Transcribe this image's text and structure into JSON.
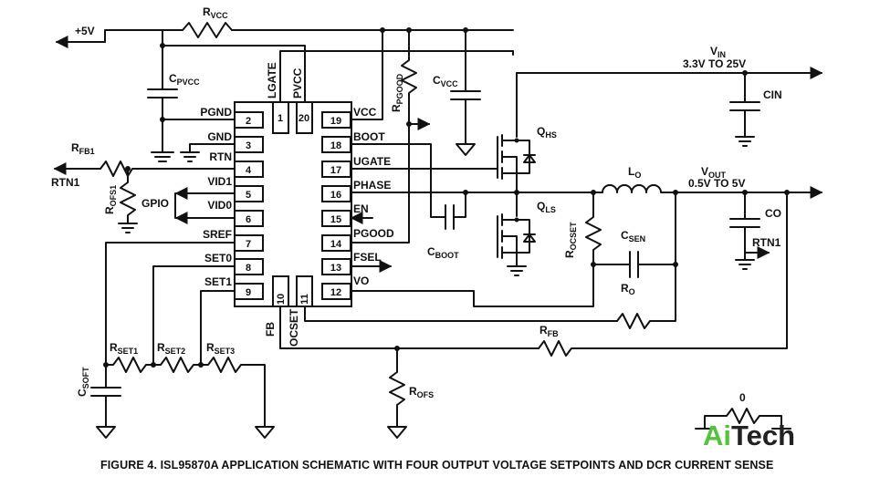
{
  "caption": "FIGURE 4. ISL95870A APPLICATION SCHEMATIC WITH FOUR OUTPUT VOLTAGE SETPOINTS AND DCR CURRENT SENSE",
  "watermark": {
    "part1": "Ai",
    "part2": "Tech",
    "colors": {
      "ai": "#56c23b",
      "tech": "#222222"
    }
  },
  "ic": {
    "left_pins": [
      {
        "num": "2",
        "name": "PGND"
      },
      {
        "num": "3",
        "name": "GND"
      },
      {
        "num": "",
        "name": "RTN"
      },
      {
        "num": "4",
        "name": ""
      },
      {
        "num": "5",
        "name": "VID1"
      },
      {
        "num": "6",
        "name": "VID0"
      },
      {
        "num": "7",
        "name": "SREF"
      },
      {
        "num": "8",
        "name": "SET0"
      },
      {
        "num": "9",
        "name": "SET1"
      }
    ],
    "right_pins": [
      {
        "num": "19",
        "name": "VCC"
      },
      {
        "num": "18",
        "name": "BOOT"
      },
      {
        "num": "17",
        "name": "UGATE"
      },
      {
        "num": "16",
        "name": "PHASE"
      },
      {
        "num": "15",
        "name": "EN"
      },
      {
        "num": "14",
        "name": "PGOOD"
      },
      {
        "num": "13",
        "name": "FSEL"
      },
      {
        "num": "12",
        "name": "VO"
      }
    ],
    "top_pins": [
      {
        "num": "1",
        "name": "LGATE"
      },
      {
        "num": "20",
        "name": "PVCC"
      }
    ],
    "bottom_pins": [
      {
        "num": "10",
        "name": "FB"
      },
      {
        "num": "11",
        "name": "OCSET"
      }
    ]
  },
  "labels": {
    "plus5v": "+5V",
    "rvcc": {
      "main": "R",
      "sub": "VCC"
    },
    "cpvcc": {
      "main": "C",
      "sub": "PVCC"
    },
    "rpgood": {
      "main": "R",
      "sub": "PGOOD"
    },
    "cvcc": {
      "main": "C",
      "sub": "VCC"
    },
    "vin": {
      "main": "V",
      "sub": "IN"
    },
    "vin_range": "3.3V TO 25V",
    "cin": "CIN",
    "qhs": {
      "main": "Q",
      "sub": "HS"
    },
    "qls": {
      "main": "Q",
      "sub": "LS"
    },
    "lo": {
      "main": "L",
      "sub": "O"
    },
    "vout": {
      "main": "V",
      "sub": "OUT"
    },
    "vout_range": "0.5V TO 5V",
    "co": "CO",
    "rtn1_right": "RTN1",
    "rocset": {
      "main": "R",
      "sub": "OCSET"
    },
    "csen": {
      "main": "C",
      "sub": "SEN"
    },
    "ro": {
      "main": "R",
      "sub": "O"
    },
    "cboot": {
      "main": "C",
      "sub": "BOOT"
    },
    "rfb1": {
      "main": "R",
      "sub": "FB1"
    },
    "rtn1_left": "RTN1",
    "rofs1": {
      "main": "R",
      "sub": "OFS1"
    },
    "gpio": "GPIO",
    "rfb": {
      "main": "R",
      "sub": "FB"
    },
    "rofs": {
      "main": "R",
      "sub": "OFS"
    },
    "csoft": {
      "main": "C",
      "sub": "SOFT"
    },
    "rset1": {
      "main": "R",
      "sub": "SET1"
    },
    "rset2": {
      "main": "R",
      "sub": "SET2"
    },
    "rset3": {
      "main": "R",
      "sub": "SET3"
    },
    "zero": "0"
  }
}
